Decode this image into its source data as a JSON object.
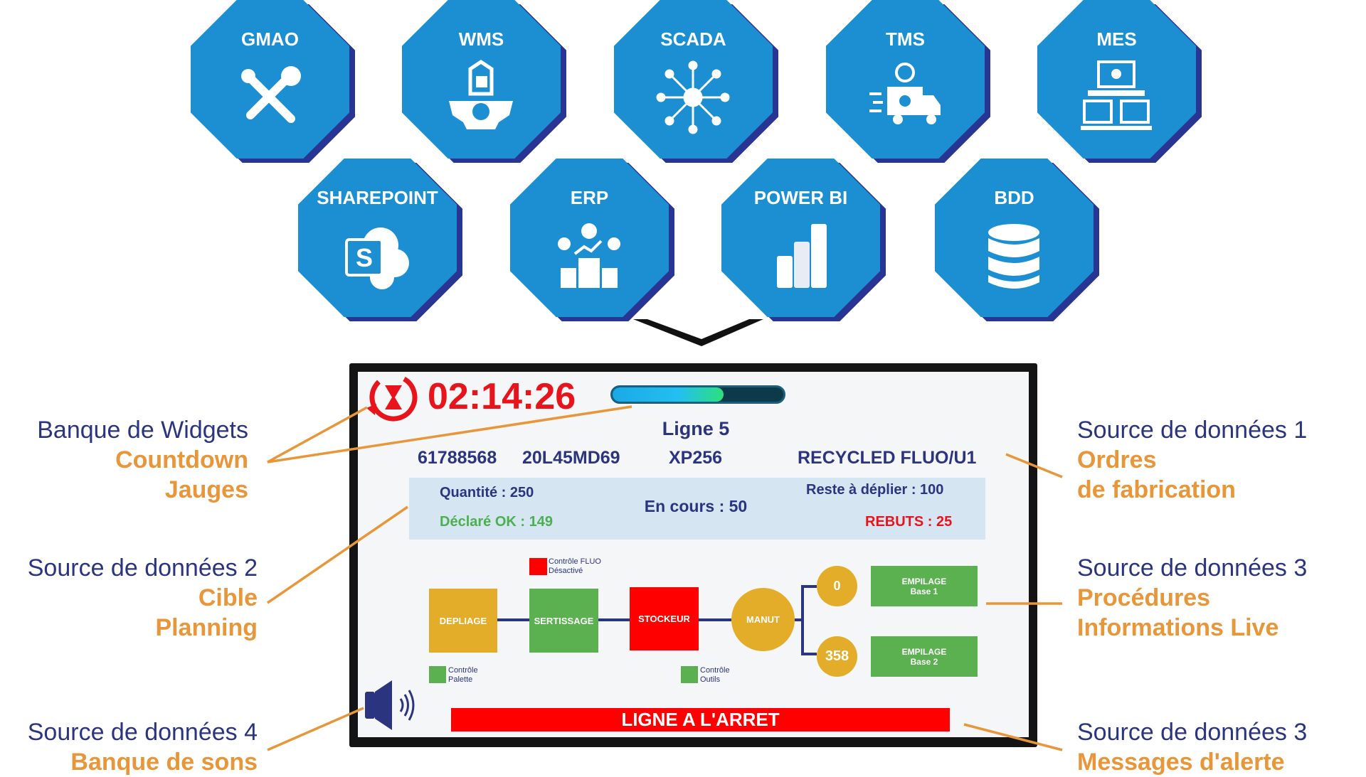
{
  "systems": [
    {
      "label": "GMAO",
      "icon": "tools-icon"
    },
    {
      "label": "WMS",
      "icon": "warehouse-gear-icon"
    },
    {
      "label": "SCADA",
      "icon": "network-icon"
    },
    {
      "label": "TMS",
      "icon": "truck-icon"
    },
    {
      "label": "MES",
      "icon": "factory-icon"
    },
    {
      "label": "SHAREPOINT",
      "icon": "sharepoint-icon"
    },
    {
      "label": "ERP",
      "icon": "erp-icon"
    },
    {
      "label": "POWER BI",
      "icon": "powerbi-icon"
    },
    {
      "label": "BDD",
      "icon": "database-icon"
    }
  ],
  "screen": {
    "countdown": "02:14:26",
    "gauge_fill": 0.65,
    "line_name": "Ligne 5",
    "order_fields": [
      "61788568",
      "20L45MD69",
      "XP256",
      "RECYCLED FLUO/U1"
    ],
    "quantity": "Quantité : 250",
    "declared_ok": "Déclaré OK : 149",
    "in_progress": "En cours : 50",
    "remaining": "Reste à déplier : 100",
    "scrap": "REBUTS : 25",
    "fluo_control": [
      "Contrôle FLUO",
      "Désactivé"
    ],
    "stations": {
      "depliage": "DEPLIAGE",
      "sertissage": "SERTISSAGE",
      "stockeur": "STOCKEUR",
      "manut": "MANUT"
    },
    "counter_1": "0",
    "counter_2": "358",
    "stack_1": [
      "EMPILAGE",
      "Base 1"
    ],
    "stack_2": [
      "EMPILAGE",
      "Base 2"
    ],
    "palette_control": [
      "Contrôle",
      "Palette"
    ],
    "tools_control": [
      "Contrôle",
      "Outils"
    ],
    "alert": "LIGNE A L'ARRET"
  },
  "annotations": {
    "left": [
      {
        "title": "Banque de Widgets",
        "lines": [
          "Countdown",
          "Jauges"
        ]
      },
      {
        "title": "Source de données 2",
        "lines": [
          "Cible",
          "Planning"
        ]
      },
      {
        "title": "Source de données 4",
        "lines": [
          "Banque de sons"
        ]
      }
    ],
    "right": [
      {
        "title": "Source de données 1",
        "lines": [
          "Ordres",
          "de fabrication"
        ]
      },
      {
        "title": "Source de données 3",
        "lines": [
          "Procédures",
          "Informations Live"
        ]
      },
      {
        "title": "Source de données 3",
        "lines": [
          "Messages d'alerte"
        ]
      }
    ]
  },
  "colors": {
    "octagon": "#1b8fd2",
    "shadow": "#283593",
    "accent": "#e8963a",
    "navy": "#2b347f",
    "red": "#ff0000",
    "green": "#5bb050",
    "gold": "#e3ad2a"
  }
}
